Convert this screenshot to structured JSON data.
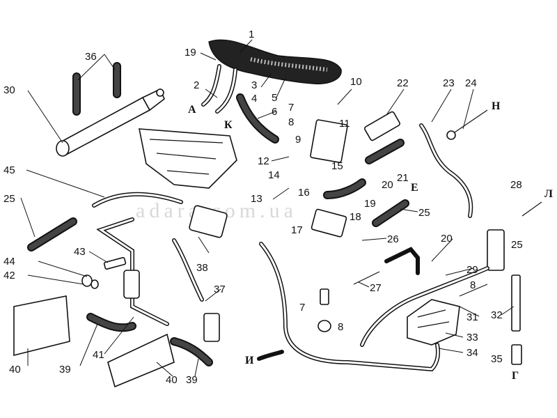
{
  "watermark": "adara.com.ua",
  "callouts": {
    "n1": "1",
    "n2": "2",
    "n3": "3",
    "n4": "4",
    "n5": "5",
    "n6": "6",
    "n7a": "7",
    "n7b": "7",
    "n8a": "8",
    "n8b": "8",
    "n8c": "8",
    "n9": "9",
    "n10": "10",
    "n11": "11",
    "n12": "12",
    "n13": "13",
    "n14": "14",
    "n15": "15",
    "n16": "16",
    "n17": "17",
    "n18": "18",
    "n19a": "19",
    "n19b": "19",
    "n20a": "20",
    "n20b": "20",
    "n21": "21",
    "n22": "22",
    "n23": "23",
    "n24": "24",
    "n25a": "25",
    "n25b": "25",
    "n25c": "25",
    "n26": "26",
    "n27": "27",
    "n28": "28",
    "n29": "29",
    "n30": "30",
    "n31": "31",
    "n32": "32",
    "n33": "33",
    "n34": "34",
    "n35": "35",
    "n36": "36",
    "n37": "37",
    "n38": "38",
    "n39a": "39",
    "n39b": "39",
    "n40a": "40",
    "n40b": "40",
    "n41": "41",
    "n42": "42",
    "n43": "43",
    "n44": "44",
    "n45": "45"
  },
  "letters": {
    "A": "А",
    "K": "К",
    "E": "Е",
    "N": "Н",
    "L": "Л",
    "I": "И",
    "G": "Г"
  }
}
